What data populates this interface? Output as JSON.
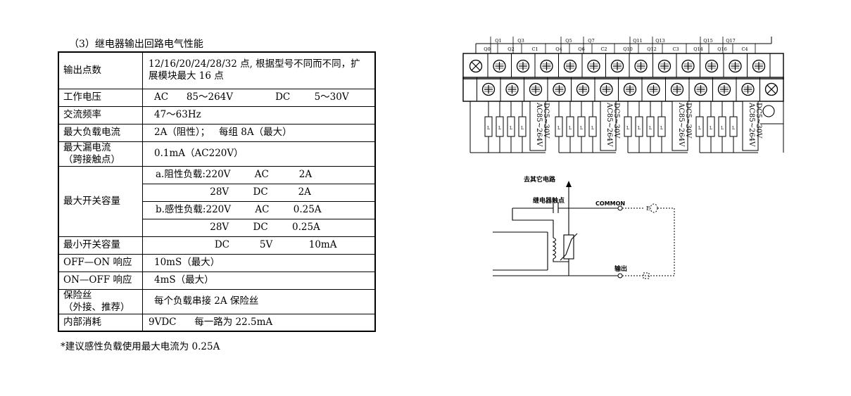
{
  "section_title": "（3）继电器输出回路电气性能",
  "spec_table": {
    "rows": [
      {
        "label": [
          "输出点数"
        ],
        "values": [
          "12/16/20/24/28/32 点, 根据型号不同而不同，扩",
          "展模块最大 16 点"
        ]
      },
      {
        "label": [
          "工作电压"
        ],
        "values": [
          "AC      85～264V              DC        5～30V"
        ]
      },
      {
        "label": [
          "交流频率"
        ],
        "values": [
          "47～63Hz"
        ]
      },
      {
        "label": [
          "最大负载电流"
        ],
        "values": [
          "2A（阻性）；   每组 8A（最大）"
        ]
      },
      {
        "label": [
          "最大漏电流",
          "（跨接触点）"
        ],
        "values": [
          "0.1mA（AC220V）"
        ]
      },
      {
        "label": [
          "最大开关容量"
        ],
        "sub_values": [
          "a.阻性负载:220V        AC          2A",
          "                  28V        DC          2A",
          "b.感性负载:220V        AC        0.25A",
          "                  28V        DC        0.25A"
        ]
      },
      {
        "label": [
          "最小开关容量"
        ],
        "values": [
          "                    DC          5V            10mA"
        ]
      },
      {
        "label": [
          "OFF—ON 响应"
        ],
        "values": [
          "10mS（最大）"
        ]
      },
      {
        "label": [
          "ON—OFF 响应"
        ],
        "values": [
          "4mS（最大）"
        ]
      },
      {
        "label": [
          "保险丝",
          "（外接、推荐）"
        ],
        "values": [
          "每个负载串接 2A 保险丝"
        ]
      },
      {
        "label": [
          "内部消耗"
        ],
        "values": [
          "9VDC      每一路为 22.5mA"
        ]
      }
    ]
  },
  "footnote": "*建议感性负载使用最大电流为 0.25A",
  "terminal_diagram": {
    "top_labels": [
      "Q1",
      "Q3",
      "Q5",
      "Q7",
      "Q11",
      "Q13",
      "Q15",
      "Q17"
    ],
    "bottom_labels": [
      "Q0",
      "Q2",
      "C1",
      "Q4",
      "Q6",
      "C2",
      "Q10",
      "Q12",
      "C3",
      "Q14",
      "Q16",
      "C4"
    ],
    "supply_label_top": "DC5~30V",
    "supply_label_bottom": "AC85~264V",
    "load_label": "L"
  },
  "circuit_diagram": {
    "to_other": "去其它电路",
    "relay_contact": "继电器触点",
    "common": "COMMON",
    "output": "输出",
    "source_symbol": "E"
  }
}
